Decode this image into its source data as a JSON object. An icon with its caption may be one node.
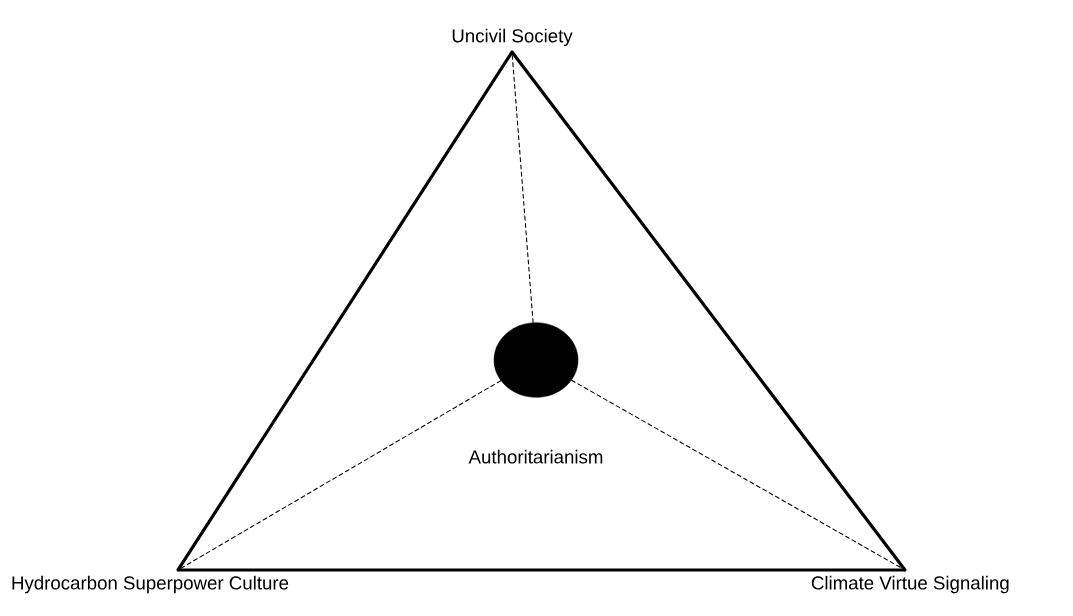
{
  "diagram": {
    "nodes": [
      {
        "text": [
          "Uncivil Society"
        ]
      },
      {
        "text": [
          "Hydrocarbon Superpower Culture"
        ]
      },
      {
        "text": [
          "Climate Virtue Signaling"
        ]
      },
      {
        "text": [],
        "shape": "circle",
        "beside": [
          "Authoritarianism"
        ]
      }
    ],
    "edges": [
      {
        "from": 0,
        "to": 1,
        "arrow": "none",
        "style": "thick"
      },
      {
        "from": 1,
        "to": 2,
        "arrow": "none",
        "style": "thick"
      },
      {
        "from": 2,
        "to": 0,
        "arrow": "none",
        "style": "thick"
      },
      {
        "from": 3,
        "to": 0,
        "arrow": "none",
        "style": "dashed"
      },
      {
        "from": 3,
        "to": 1,
        "arrow": "none",
        "style": "dashed"
      },
      {
        "from": 3,
        "to": 2,
        "arrow": "none",
        "style": "dashed"
      }
    ]
  }
}
